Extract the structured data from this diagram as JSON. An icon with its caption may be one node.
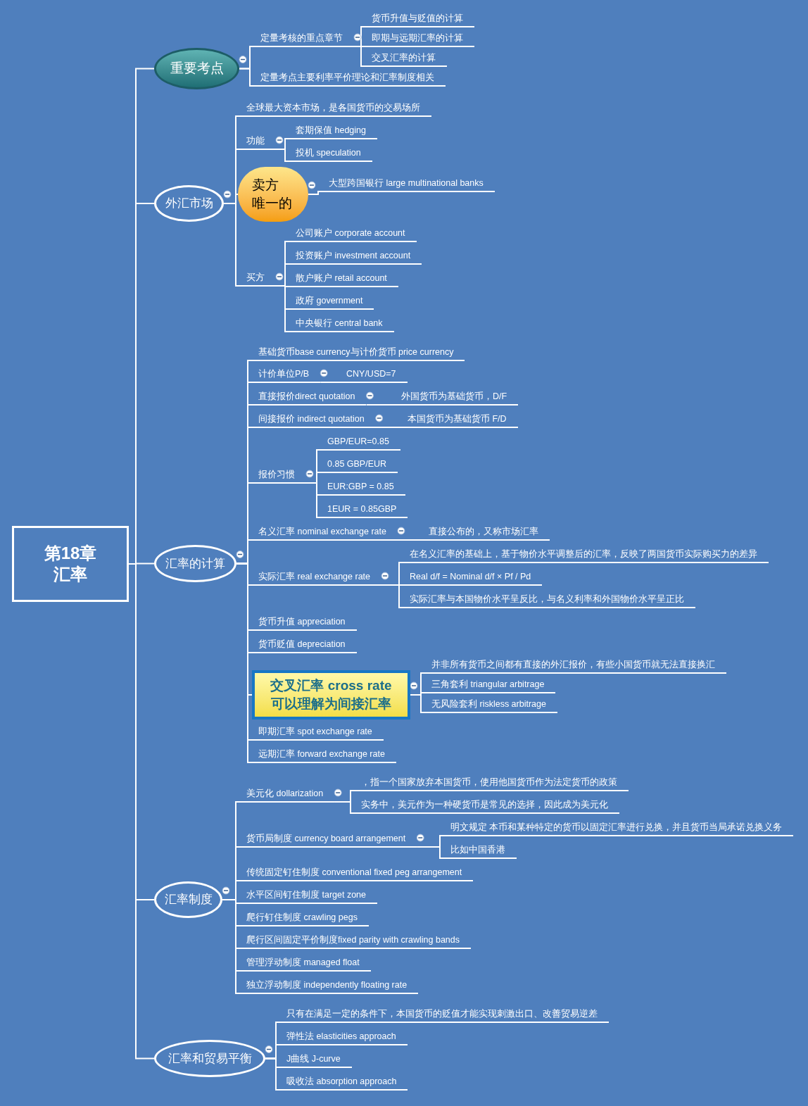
{
  "diagram": {
    "nodes": [
      {
        "text": [
          "第18章",
          "汇率"
        ]
      },
      {
        "text": [
          "重要考点"
        ]
      },
      {
        "text": [
          "定量考核的重点章节"
        ]
      },
      {
        "text": [
          "货币升值与贬值的计算"
        ]
      },
      {
        "text": [
          "即期与远期汇率的计算"
        ]
      },
      {
        "text": [
          "交叉汇率的计算"
        ]
      },
      {
        "text": [
          "定量考点主要利率平价理论和汇率制度相关"
        ]
      },
      {
        "text": [
          "外汇市场"
        ]
      },
      {
        "text": [
          "全球最大资本市场，是各国货币的交易场所"
        ]
      },
      {
        "text": [
          "功能"
        ]
      },
      {
        "text": [
          "套期保值 hedging"
        ]
      },
      {
        "text": [
          "投机 speculation"
        ]
      },
      {
        "text": [
          "卖方",
          "唯一的"
        ]
      },
      {
        "text": [
          "大型跨国银行 large multinational banks"
        ]
      },
      {
        "text": [
          "买方"
        ]
      },
      {
        "text": [
          "公司账户 corporate account"
        ]
      },
      {
        "text": [
          "投资账户 investment account"
        ]
      },
      {
        "text": [
          "散户账户 retail account"
        ]
      },
      {
        "text": [
          "政府 government"
        ]
      },
      {
        "text": [
          "中央银行 central bank"
        ]
      },
      {
        "text": [
          "汇率的计算"
        ]
      },
      {
        "text": [
          "基础货币base currency与计价货币 price currency"
        ]
      },
      {
        "text": [
          "计价单位P/B"
        ]
      },
      {
        "text": [
          "CNY/USD=7"
        ]
      },
      {
        "text": [
          "直接报价direct quotation"
        ]
      },
      {
        "text": [
          "外国货币为基础货币，D/F"
        ]
      },
      {
        "text": [
          "间接报价 indirect quotation"
        ]
      },
      {
        "text": [
          "本国货币为基础货币 F/D"
        ]
      },
      {
        "text": [
          "报价习惯"
        ]
      },
      {
        "text": [
          "GBP/EUR=0.85"
        ]
      },
      {
        "text": [
          "0.85 GBP/EUR"
        ]
      },
      {
        "text": [
          "EUR:GBP = 0.85"
        ]
      },
      {
        "text": [
          "1EUR = 0.85GBP"
        ]
      },
      {
        "text": [
          "名义汇率 nominal exchange rate"
        ]
      },
      {
        "text": [
          "直接公布的，又称市场汇率"
        ]
      },
      {
        "text": [
          "实际汇率 real exchange rate"
        ]
      },
      {
        "text": [
          "在名义汇率的基础上，基于物价水平调整后的汇率，反映了两国货币实际购买力的差异"
        ]
      },
      {
        "text": [
          "Real d/f = Nominal d/f × Pf / Pd"
        ]
      },
      {
        "text": [
          "实际汇率与本国物价水平呈反比，与名义利率和外国物价水平呈正比"
        ]
      },
      {
        "text": [
          "货币升值 appreciation"
        ]
      },
      {
        "text": [
          "货币贬值 depreciation"
        ]
      },
      {
        "text": [
          "交叉汇率 cross rate",
          "可以理解为间接汇率"
        ]
      },
      {
        "text": [
          "并非所有货币之间都有直接的外汇报价，有些小国货币就无法直接换汇"
        ]
      },
      {
        "text": [
          "三角套利 triangular arbitrage"
        ]
      },
      {
        "text": [
          "无风险套利 riskless arbitrage"
        ]
      },
      {
        "text": [
          "即期汇率 spot exchange rate"
        ]
      },
      {
        "text": [
          "远期汇率 forward exchange rate"
        ]
      },
      {
        "text": [
          "汇率制度"
        ]
      },
      {
        "text": [
          "美元化 dollarization"
        ]
      },
      {
        "text": [
          "，指一个国家放弃本国货币，使用他国货币作为法定货币的政策"
        ]
      },
      {
        "text": [
          "实务中，美元作为一种硬货币是常见的选择，因此成为美元化"
        ]
      },
      {
        "text": [
          "货币局制度 currency board arrangement"
        ]
      },
      {
        "text": [
          "明文规定 本币和某种特定的货币以固定汇率进行兑换，并且货币当局承诺兑换义务"
        ]
      },
      {
        "text": [
          "比如中国香港"
        ]
      },
      {
        "text": [
          "传统固定钉住制度 conventional fixed peg arrangement"
        ]
      },
      {
        "text": [
          "水平区间钉住制度 target zone"
        ]
      },
      {
        "text": [
          "爬行钉住制度 crawling pegs"
        ]
      },
      {
        "text": [
          "爬行区间固定平价制度fixed parity with crawling bands"
        ]
      },
      {
        "text": [
          "管理浮动制度 managed float"
        ]
      },
      {
        "text": [
          "独立浮动制度 independently floating rate"
        ]
      },
      {
        "text": [
          "汇率和贸易平衡"
        ]
      },
      {
        "text": [
          "只有在满足一定的条件下，本国货币的贬值才能实现刺激出口、改善贸易逆差"
        ]
      },
      {
        "text": [
          "弹性法 elasticities approach"
        ]
      },
      {
        "text": [
          "J曲线 J-curve"
        ]
      },
      {
        "text": [
          "吸收法 absorption approach"
        ]
      }
    ],
    "edges": [
      {
        "from": 0,
        "to": 1,
        "arrow": "none"
      },
      {
        "from": 1,
        "to": 2,
        "arrow": "none"
      },
      {
        "from": 2,
        "to": 3,
        "arrow": "none"
      },
      {
        "from": 2,
        "to": 4,
        "arrow": "none"
      },
      {
        "from": 2,
        "to": 5,
        "arrow": "none"
      },
      {
        "from": 1,
        "to": 6,
        "arrow": "none"
      },
      {
        "from": 0,
        "to": 7,
        "arrow": "none"
      },
      {
        "from": 7,
        "to": 8,
        "arrow": "none"
      },
      {
        "from": 7,
        "to": 9,
        "arrow": "none"
      },
      {
        "from": 9,
        "to": 10,
        "arrow": "none"
      },
      {
        "from": 9,
        "to": 11,
        "arrow": "none"
      },
      {
        "from": 7,
        "to": 12,
        "arrow": "none"
      },
      {
        "from": 12,
        "to": 13,
        "arrow": "none"
      },
      {
        "from": 7,
        "to": 14,
        "arrow": "none"
      },
      {
        "from": 14,
        "to": 15,
        "arrow": "none"
      },
      {
        "from": 14,
        "to": 16,
        "arrow": "none"
      },
      {
        "from": 14,
        "to": 17,
        "arrow": "none"
      },
      {
        "from": 14,
        "to": 18,
        "arrow": "none"
      },
      {
        "from": 14,
        "to": 19,
        "arrow": "none"
      },
      {
        "from": 0,
        "to": 20,
        "arrow": "none"
      },
      {
        "from": 20,
        "to": 21,
        "arrow": "none"
      },
      {
        "from": 20,
        "to": 22,
        "arrow": "none"
      },
      {
        "from": 22,
        "to": 23,
        "arrow": "none"
      },
      {
        "from": 20,
        "to": 24,
        "arrow": "none"
      },
      {
        "from": 24,
        "to": 25,
        "arrow": "none"
      },
      {
        "from": 20,
        "to": 26,
        "arrow": "none"
      },
      {
        "from": 26,
        "to": 27,
        "arrow": "none"
      },
      {
        "from": 20,
        "to": 28,
        "arrow": "none"
      },
      {
        "from": 28,
        "to": 29,
        "arrow": "none"
      },
      {
        "from": 28,
        "to": 30,
        "arrow": "none"
      },
      {
        "from": 28,
        "to": 31,
        "arrow": "none"
      },
      {
        "from": 28,
        "to": 32,
        "arrow": "none"
      },
      {
        "from": 20,
        "to": 33,
        "arrow": "none"
      },
      {
        "from": 33,
        "to": 34,
        "arrow": "none"
      },
      {
        "from": 20,
        "to": 35,
        "arrow": "none"
      },
      {
        "from": 35,
        "to": 36,
        "arrow": "none"
      },
      {
        "from": 35,
        "to": 37,
        "arrow": "none"
      },
      {
        "from": 35,
        "to": 38,
        "arrow": "none"
      },
      {
        "from": 20,
        "to": 39,
        "arrow": "none"
      },
      {
        "from": 20,
        "to": 40,
        "arrow": "none"
      },
      {
        "from": 20,
        "to": 41,
        "arrow": "none"
      },
      {
        "from": 41,
        "to": 42,
        "arrow": "none"
      },
      {
        "from": 41,
        "to": 43,
        "arrow": "none"
      },
      {
        "from": 41,
        "to": 44,
        "arrow": "none"
      },
      {
        "from": 20,
        "to": 45,
        "arrow": "none"
      },
      {
        "from": 20,
        "to": 46,
        "arrow": "none"
      },
      {
        "from": 0,
        "to": 47,
        "arrow": "none"
      },
      {
        "from": 47,
        "to": 48,
        "arrow": "none"
      },
      {
        "from": 48,
        "to": 49,
        "arrow": "none"
      },
      {
        "from": 48,
        "to": 50,
        "arrow": "none"
      },
      {
        "from": 47,
        "to": 51,
        "arrow": "none"
      },
      {
        "from": 51,
        "to": 52,
        "arrow": "none"
      },
      {
        "from": 51,
        "to": 53,
        "arrow": "none"
      },
      {
        "from": 47,
        "to": 54,
        "arrow": "none"
      },
      {
        "from": 47,
        "to": 55,
        "arrow": "none"
      },
      {
        "from": 47,
        "to": 56,
        "arrow": "none"
      },
      {
        "from": 47,
        "to": 57,
        "arrow": "none"
      },
      {
        "from": 47,
        "to": 58,
        "arrow": "none"
      },
      {
        "from": 47,
        "to": 59,
        "arrow": "none"
      },
      {
        "from": 0,
        "to": 60,
        "arrow": "none"
      },
      {
        "from": 60,
        "to": 61,
        "arrow": "none"
      },
      {
        "from": 60,
        "to": 62,
        "arrow": "none"
      },
      {
        "from": 60,
        "to": 63,
        "arrow": "none"
      },
      {
        "from": 60,
        "to": 64,
        "arrow": "none"
      }
    ]
  }
}
